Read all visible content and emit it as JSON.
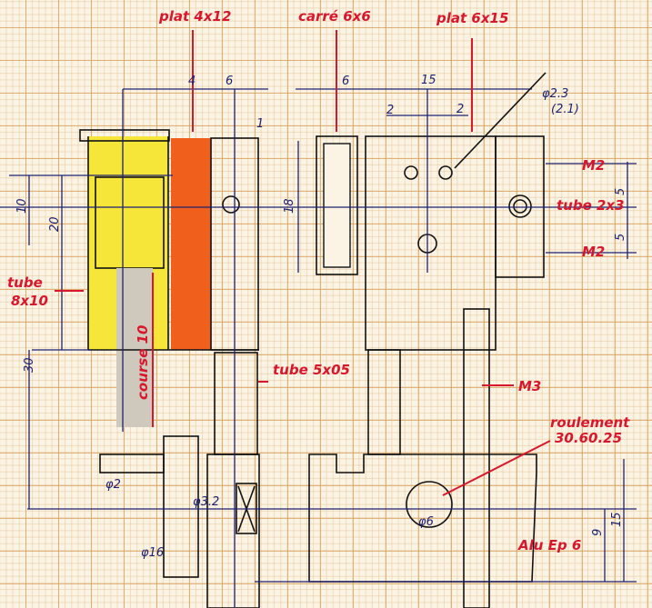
{
  "labels": {
    "plat_4x12": "plat 4x12",
    "carre_6x6": "carré 6x6",
    "plat_6x15": "plat 6x15",
    "phi_2_3": "φ2.3",
    "phi_2_1": "(2.1)",
    "m2_top": "M2",
    "tube_2x3": "tube 2x3",
    "m2_bottom": "M2",
    "tube_8x10": "tube",
    "tube_8x10_size": "8x10",
    "course": "course 10",
    "tube_5x05": "tube 5x05",
    "m3": "M3",
    "roulement": "roulement",
    "roulement_size": "30.60.25",
    "alu": "Alu Ep 6"
  },
  "dimensions": {
    "d4": "4",
    "d6_left": "6",
    "d1": "1",
    "d6_right": "6",
    "d15": "15",
    "d2_left": "2",
    "d2_right": "2",
    "d10": "10",
    "d20": "20",
    "d30": "30",
    "d18": "18",
    "d5_top": "5",
    "d5_bottom": "5",
    "d15_alu": "15",
    "d9": "9",
    "phi2": "φ2",
    "phi32": "φ3.2",
    "phi16": "φ16",
    "phi6": "φ6"
  },
  "colors": {
    "orange": "#f0601c",
    "yellow": "#f7e63a",
    "grey": "#c9c2b6",
    "red": "#d8172d",
    "blue": "#1e2270"
  }
}
